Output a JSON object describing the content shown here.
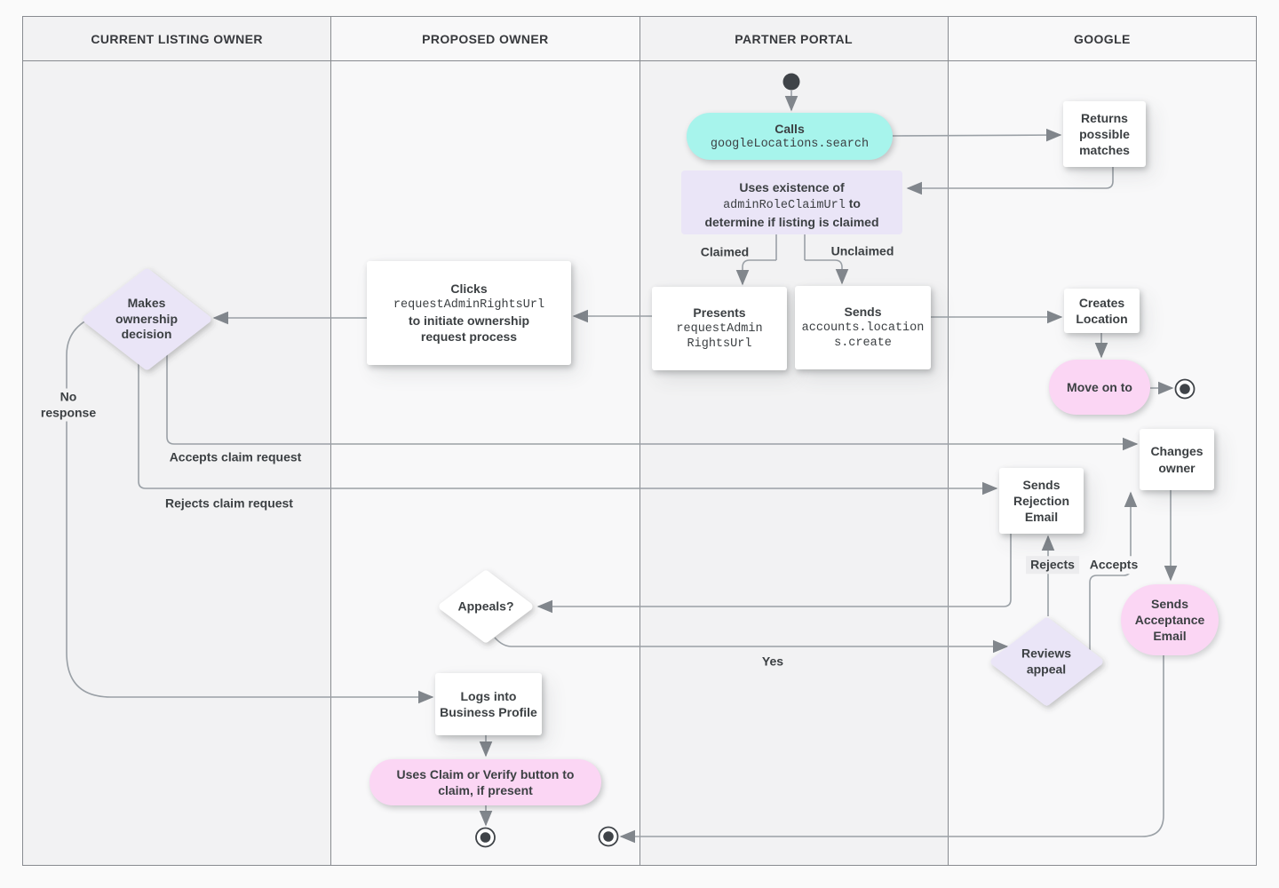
{
  "lanes": [
    {
      "title": "CURRENT LISTING OWNER"
    },
    {
      "title": "PROPOSED OWNER"
    },
    {
      "title": "PARTNER PORTAL"
    },
    {
      "title": "GOOGLE"
    }
  ],
  "nodes": {
    "calls": {
      "title": "Calls",
      "code": "googleLocations.search"
    },
    "returns_matches": {
      "text": "Returns possible matches"
    },
    "uses_existence": {
      "prefix": "Uses existence of",
      "code": "adminRoleClaimUrl",
      "suffix": "to determine if listing is claimed"
    },
    "presents": {
      "title": "Presents",
      "code": "requestAdminRightsUrl"
    },
    "sends_create": {
      "title": "Sends",
      "code": "accounts.locations.create"
    },
    "clicks": {
      "title": "Clicks",
      "code": "requestAdminRightsUrl",
      "rest": "to initiate ownership request process"
    },
    "makes_decision": {
      "text": "Makes ownership decision"
    },
    "creates_location": {
      "text": "Creates Location"
    },
    "move_on": {
      "text": "Move on to"
    },
    "changes_owner": {
      "text": "Changes owner"
    },
    "sends_rejection": {
      "text": "Sends Rejection Email"
    },
    "appeals": {
      "text": "Appeals?"
    },
    "reviews_appeal": {
      "text": "Reviews appeal"
    },
    "sends_acceptance": {
      "text": "Sends Acceptance Email"
    },
    "logs_in": {
      "text": "Logs into Business Profile"
    },
    "uses_claim": {
      "text": "Uses Claim or Verify button to claim, if present"
    }
  },
  "edge_labels": {
    "claimed": "Claimed",
    "unclaimed": "Unclaimed",
    "accepts_claim": "Accepts claim request",
    "rejects_claim": "Rejects claim request",
    "no_response": "No response",
    "yes": "Yes",
    "rejects": "Rejects",
    "accepts": "Accepts"
  },
  "colors": {
    "teal_action": "#a7f4ec",
    "lavender_decision": "#eae5f7",
    "pink_terminal": "#fbd6f4",
    "node_fill": "#ffffff",
    "connector": "#9aa0a6",
    "text": "#3c4043",
    "lane_dark": "#f2f2f3",
    "lane_light": "#f8f8f9",
    "border": "#888b90"
  }
}
